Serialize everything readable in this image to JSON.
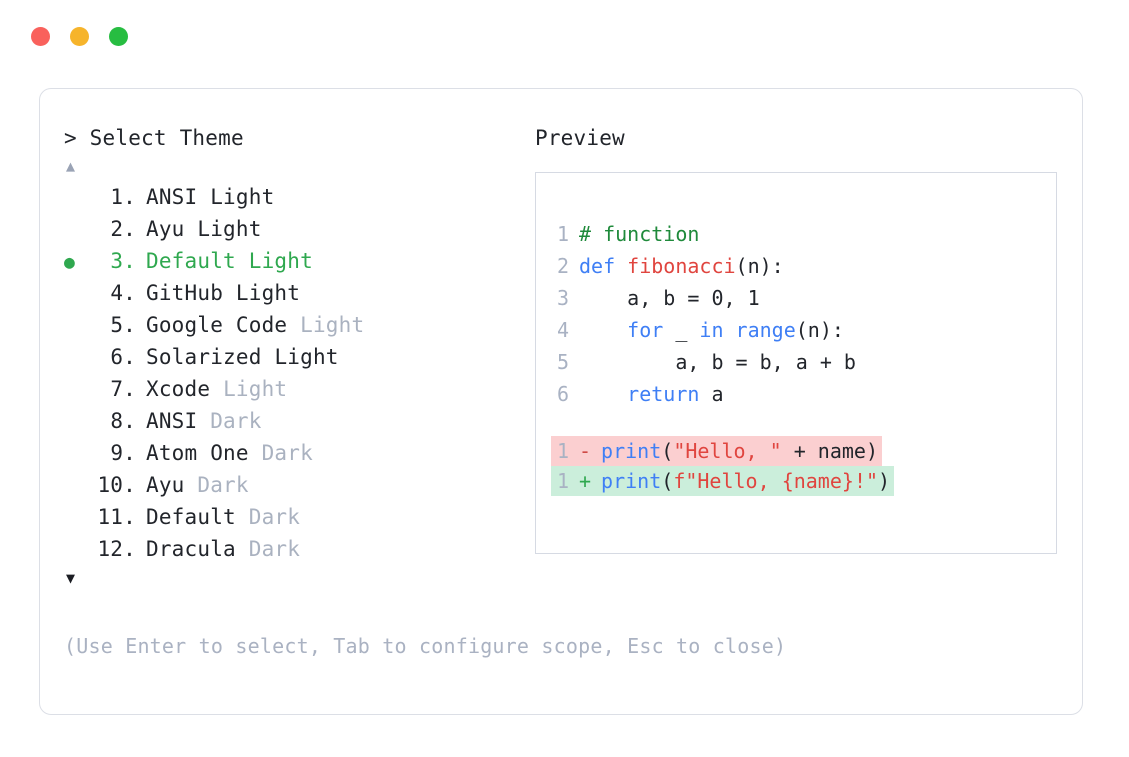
{
  "window": {
    "traffic_lights": [
      {
        "name": "close",
        "color": "#f9615c"
      },
      {
        "name": "minimize",
        "color": "#f6b42b"
      },
      {
        "name": "maximize",
        "color": "#27bd41"
      }
    ]
  },
  "selector": {
    "prompt": "> Select Theme",
    "scroll_up_icon": "▲",
    "scroll_down_icon": "▼",
    "selected_index": 3,
    "selected_bullet": "●",
    "accent_color": "#2fa84f",
    "items": [
      {
        "index": "1.",
        "name": "ANSI",
        "variant": "Light",
        "variant_muted": false,
        "selected": false
      },
      {
        "index": "2.",
        "name": "Ayu",
        "variant": "Light",
        "variant_muted": false,
        "selected": false
      },
      {
        "index": "3.",
        "name": "Default",
        "variant": "Light",
        "variant_muted": false,
        "selected": true
      },
      {
        "index": "4.",
        "name": "GitHub",
        "variant": "Light",
        "variant_muted": false,
        "selected": false
      },
      {
        "index": "5.",
        "name": "Google Code",
        "variant": "Light",
        "variant_muted": true,
        "selected": false
      },
      {
        "index": "6.",
        "name": "Solarized",
        "variant": "Light",
        "variant_muted": false,
        "selected": false
      },
      {
        "index": "7.",
        "name": "Xcode",
        "variant": "Light",
        "variant_muted": true,
        "selected": false
      },
      {
        "index": "8.",
        "name": "ANSI",
        "variant": "Dark",
        "variant_muted": true,
        "selected": false
      },
      {
        "index": "9.",
        "name": "Atom One",
        "variant": "Dark",
        "variant_muted": true,
        "selected": false
      },
      {
        "index": "10.",
        "name": "Ayu",
        "variant": "Dark",
        "variant_muted": true,
        "selected": false
      },
      {
        "index": "11.",
        "name": "Default",
        "variant": "Dark",
        "variant_muted": true,
        "selected": false
      },
      {
        "index": "12.",
        "name": "Dracula",
        "variant": "Dark",
        "variant_muted": true,
        "selected": false
      }
    ],
    "footer_hint": "(Use Enter to select, Tab to configure scope, Esc to close)"
  },
  "preview": {
    "title": "Preview",
    "code_lines": [
      {
        "num": "1",
        "segments": [
          {
            "text": "# function",
            "kind": "comment"
          }
        ]
      },
      {
        "num": "2",
        "segments": [
          {
            "text": "def ",
            "kind": "keyword"
          },
          {
            "text": "fibonacci",
            "kind": "func"
          },
          {
            "text": "(n):",
            "kind": "plain"
          }
        ]
      },
      {
        "num": "3",
        "segments": [
          {
            "text": "    a, b = 0, 1",
            "kind": "plain"
          }
        ]
      },
      {
        "num": "4",
        "segments": [
          {
            "text": "    ",
            "kind": "plain"
          },
          {
            "text": "for",
            "kind": "keyword"
          },
          {
            "text": " _ ",
            "kind": "plain"
          },
          {
            "text": "in range",
            "kind": "keyword"
          },
          {
            "text": "(n):",
            "kind": "plain"
          }
        ]
      },
      {
        "num": "5",
        "segments": [
          {
            "text": "        a, b = b, a + b",
            "kind": "plain"
          }
        ]
      },
      {
        "num": "6",
        "segments": [
          {
            "text": "    ",
            "kind": "plain"
          },
          {
            "text": "return",
            "kind": "keyword"
          },
          {
            "text": " a",
            "kind": "plain"
          }
        ]
      }
    ],
    "diff_lines": [
      {
        "num": "1",
        "sign": "-",
        "kind": "minus",
        "bg": "#fbcfd0",
        "segments": [
          {
            "text": "print",
            "kind": "keyword"
          },
          {
            "text": "(",
            "kind": "plain"
          },
          {
            "text": "\"Hello, \"",
            "kind": "string"
          },
          {
            "text": " + name)",
            "kind": "plain"
          }
        ]
      },
      {
        "num": "1",
        "sign": "+",
        "kind": "plus",
        "bg": "#cbeedb",
        "segments": [
          {
            "text": "print",
            "kind": "keyword"
          },
          {
            "text": "(",
            "kind": "plain"
          },
          {
            "text": "f\"Hello, ",
            "kind": "string"
          },
          {
            "text": "{name}",
            "kind": "string"
          },
          {
            "text": "!\"",
            "kind": "string"
          },
          {
            "text": ")",
            "kind": "plain"
          }
        ]
      }
    ]
  }
}
